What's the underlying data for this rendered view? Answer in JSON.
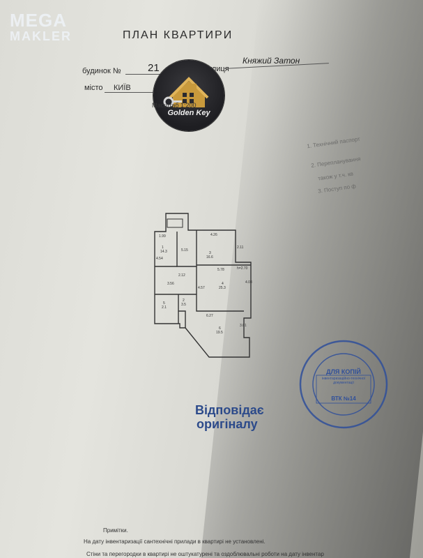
{
  "watermark": {
    "line1": "MEGA",
    "line2": "MAKLER"
  },
  "title": "ПЛАН КВАРТИРИ",
  "fields": {
    "building_label": "будинок №",
    "building_value": "21",
    "street_label": "вулиця",
    "street_value": "Княжий Затон",
    "city_label": "місто",
    "city_value": "КИЇВ",
    "scale_label": "Масштаб 1:200"
  },
  "logo": {
    "text": "Golden Key",
    "icon": "house-key-icon"
  },
  "side_notes": [
    "1. Технічний паспорт",
    "2. Перепланування",
    "також у т.ч. кв",
    "3. Поступ по ф"
  ],
  "plan": {
    "rooms": [
      {
        "number": "1",
        "area": "14.3"
      },
      {
        "number": "2",
        "area": "3.5"
      },
      {
        "number": "3",
        "area": "16.6"
      },
      {
        "number": "4",
        "area": "25.3"
      },
      {
        "number": "5",
        "area": "2.1"
      },
      {
        "number": "6",
        "area": "19.5"
      }
    ],
    "dimensions": [
      "4.26",
      "2.11",
      "1.99",
      "5.15",
      "5.78",
      "h=2.70",
      "4.08",
      "4.57",
      "3.56",
      "2.12",
      "6.27",
      "3.01",
      "4.54"
    ]
  },
  "conformity": {
    "line1": "Відповідає",
    "line2": "оригіналу"
  },
  "stamp": {
    "top": "ДЛЯ КОПІЙ",
    "middle": "інвентаризаційно-технічної документації",
    "bottom": "ВТК №14",
    "color": "#2f4f9a"
  },
  "notes": {
    "heading": "Примітки.",
    "line1": "На дату інвентаризації сантехнічні прилади в квартирі не установлені.",
    "line2": "Стіни та перегородки в квартирі не оштукатурені та оздоблювальні роботи на дату інвентар"
  }
}
